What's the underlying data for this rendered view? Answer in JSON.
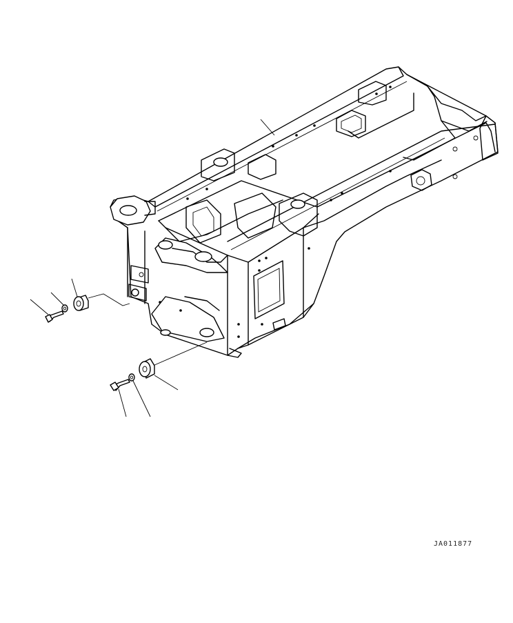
{
  "drawing": {
    "code": "JA011877",
    "parts": [
      {
        "id": "main-frame",
        "type": "rear frame"
      },
      {
        "id": "stopper-upper",
        "type": "rubber stopper"
      },
      {
        "id": "bolt-upper",
        "type": "bolt"
      },
      {
        "id": "washer-upper",
        "type": "washer"
      },
      {
        "id": "stopper-lower",
        "type": "rubber stopper"
      },
      {
        "id": "bolt-lower",
        "type": "bolt"
      },
      {
        "id": "washer-lower",
        "type": "washer"
      }
    ],
    "colors": {
      "line": "#000000",
      "background": "#ffffff"
    }
  }
}
